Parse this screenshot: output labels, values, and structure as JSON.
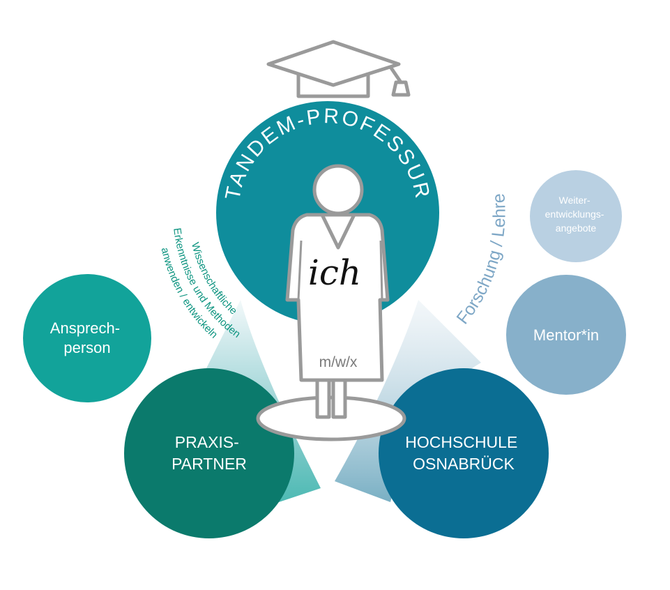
{
  "center": {
    "title": "TANDEM-PROFESSUR",
    "person_label": "ich",
    "gender_label": "m/w/x"
  },
  "left_note": {
    "lines": [
      "Wissenschaftliche",
      "Erkenntnisse und Methoden",
      "anwenden / entwickeln"
    ]
  },
  "right_note": "Forschung / Lehre",
  "nodes": {
    "ansprechperson": [
      "Ansprech-",
      "person"
    ],
    "praxispartner": [
      "PRAXIS-",
      "PARTNER"
    ],
    "hochschule": [
      "HOCHSCHULE",
      "OSNABRÜCK"
    ],
    "mentor": "Mentor*in",
    "weiter": [
      "Weiter-",
      "entwicklungs-",
      "angebote"
    ]
  },
  "colors": {
    "center": "#0f8d9c",
    "ansprechperson": "#12a39a",
    "praxispartner": "#0b7a6c",
    "hochschule": "#0b6e93",
    "mentor": "#87b0ca",
    "weiter": "#b9d0e2",
    "left_note": "#0d9480",
    "right_note": "#7ea7c6",
    "outline": "#9a9a9a"
  }
}
